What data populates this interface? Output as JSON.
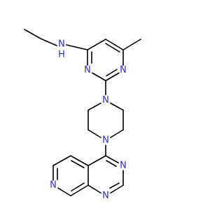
{
  "molecule": {
    "colors": {
      "nitrogen": "#2d2bd6",
      "bond": "#000000",
      "background": "#ffffff"
    },
    "labels": {
      "amine_n": "N",
      "amine_h": "H",
      "pyrimidine_n3": "N",
      "pyrimidine_n1": "N",
      "piperazine_n_top": "N",
      "piperazine_n_bottom": "N",
      "pyridopyrimidine_n3": "N",
      "pyridopyrimidine_n1": "N",
      "pyridine_n": "N"
    }
  }
}
